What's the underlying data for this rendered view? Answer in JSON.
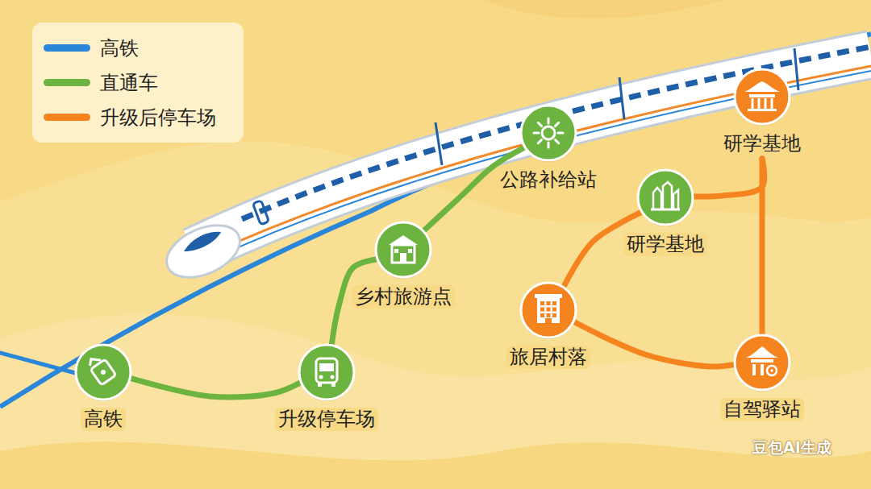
{
  "diagram": {
    "nodes": [
      {
        "text": [
          "高铁"
        ]
      },
      {
        "text": [
          "升级停车场"
        ]
      },
      {
        "text": [
          "乡村旅游点"
        ]
      },
      {
        "text": [
          "公路补给站"
        ]
      },
      {
        "text": [
          "研学基地"
        ]
      },
      {
        "text": [
          "旅居村落"
        ]
      },
      {
        "text": [
          "自驾驿站"
        ]
      },
      {
        "text": [
          "研学基地"
        ]
      }
    ],
    "edges": [
      {
        "from": 0,
        "to": 1,
        "arrow": "none"
      },
      {
        "from": 1,
        "to": 2,
        "arrow": "none"
      },
      {
        "from": 2,
        "to": 3,
        "arrow": "none"
      },
      {
        "from": 4,
        "to": 5,
        "arrow": "none"
      },
      {
        "from": 5,
        "to": 6,
        "arrow": "none"
      },
      {
        "from": 6,
        "to": 7,
        "arrow": "none"
      },
      {
        "from": 4,
        "to": 7,
        "arrow": "none"
      }
    ],
    "labels": [
      "豆包AI生成"
    ],
    "legend": [
      {
        "text": "高铁",
        "color": "#2a86d8"
      },
      {
        "text": "直通车",
        "color": "#6cb33f"
      },
      {
        "text": "升级后停车场",
        "color": "#f5841f"
      }
    ]
  }
}
